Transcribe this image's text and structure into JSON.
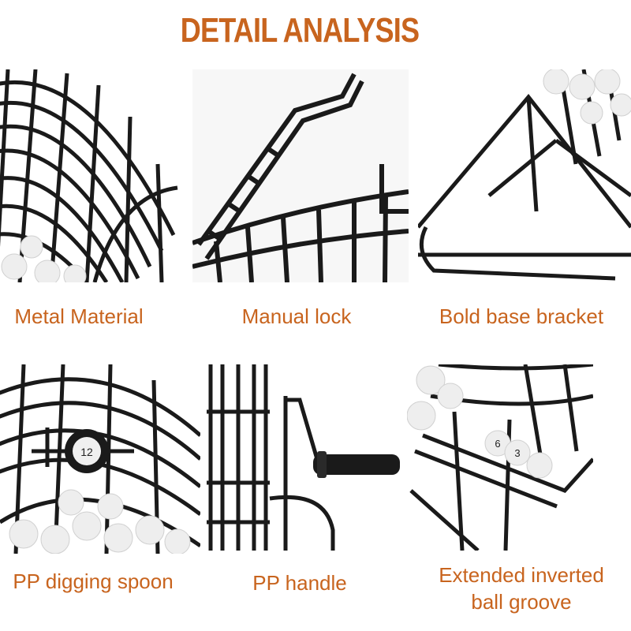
{
  "title": "DETAIL ANALYSIS",
  "colors": {
    "title": "#c8641e",
    "caption": "#c8641e",
    "wire": "#1a1a1a",
    "ball": "#eeeeee"
  },
  "panels": [
    {
      "caption": "Metal Material"
    },
    {
      "caption": "Manual lock"
    },
    {
      "caption": "Bold base bracket"
    },
    {
      "caption": "PP digging spoon",
      "spoon_ball_text": "12"
    },
    {
      "caption": "PP handle"
    },
    {
      "caption": "Extended inverted",
      "caption2": "ball groove",
      "ball_labels": [
        "3",
        "6"
      ]
    }
  ]
}
